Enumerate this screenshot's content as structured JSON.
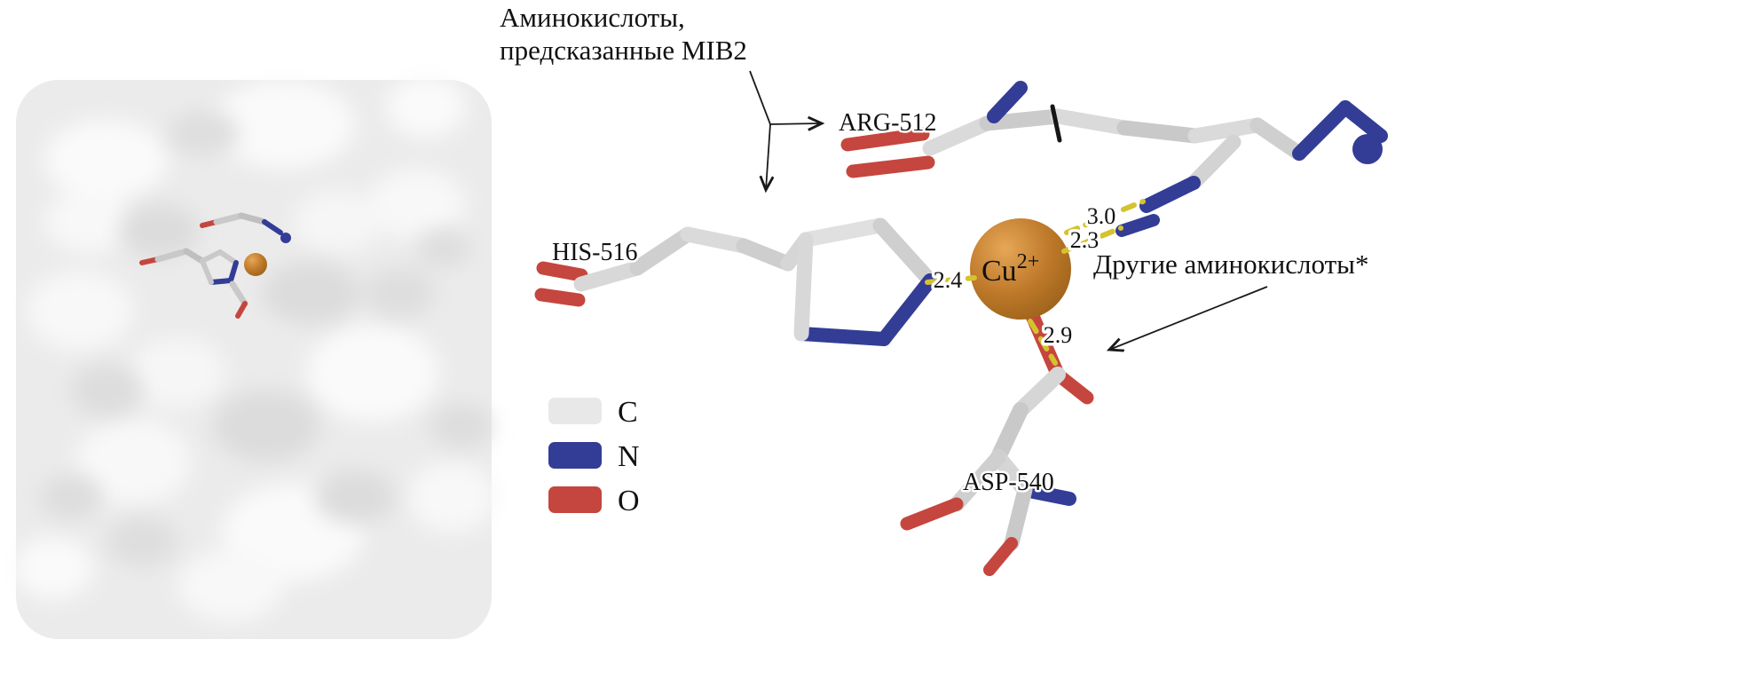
{
  "figure": {
    "annotations": {
      "predicted_line1": "Аминокислоты,",
      "predicted_line2": "предсказанные MIB2",
      "other": "Другие аминокислоты*"
    },
    "residues": {
      "arg": "ARG-512",
      "his": "HIS-516",
      "asp": "ASP-540"
    },
    "ion": {
      "symbol": "Cu",
      "charge": "2+"
    },
    "distances": {
      "d1": "3.0",
      "d2": "2.3",
      "d3": "2.4",
      "d4": "2.9"
    },
    "legend": {
      "items": [
        {
          "label": "C",
          "color": "#e8e8e8"
        },
        {
          "label": "N",
          "color": "#333d96"
        },
        {
          "label": "O",
          "color": "#c5463e"
        }
      ]
    },
    "colors": {
      "carbon_stick": "#d6d6d6",
      "nitrogen": "#333d96",
      "oxygen": "#c5463e",
      "copper": "#c07a2b",
      "contact_dash": "#d4c32e",
      "surface": "#ebebeb"
    }
  }
}
